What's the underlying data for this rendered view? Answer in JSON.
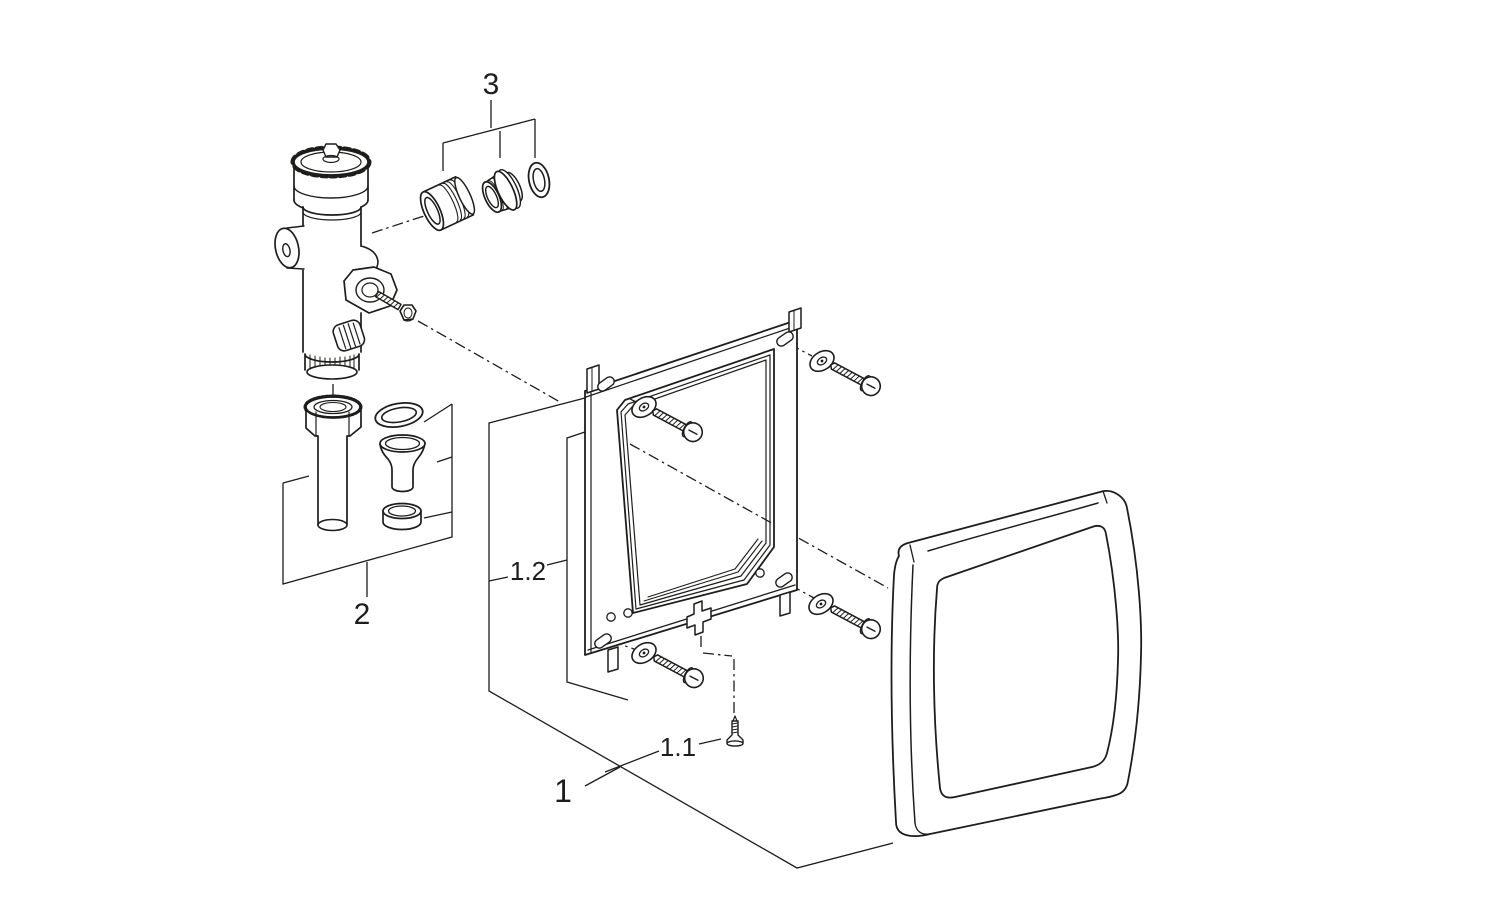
{
  "diagram": {
    "background": "#ffffff",
    "line_color": "#1d1d1b",
    "labels": {
      "part1": "1",
      "part1_1": "1.1",
      "part1_2": "1.2",
      "part2": "2",
      "part3": "3"
    }
  }
}
